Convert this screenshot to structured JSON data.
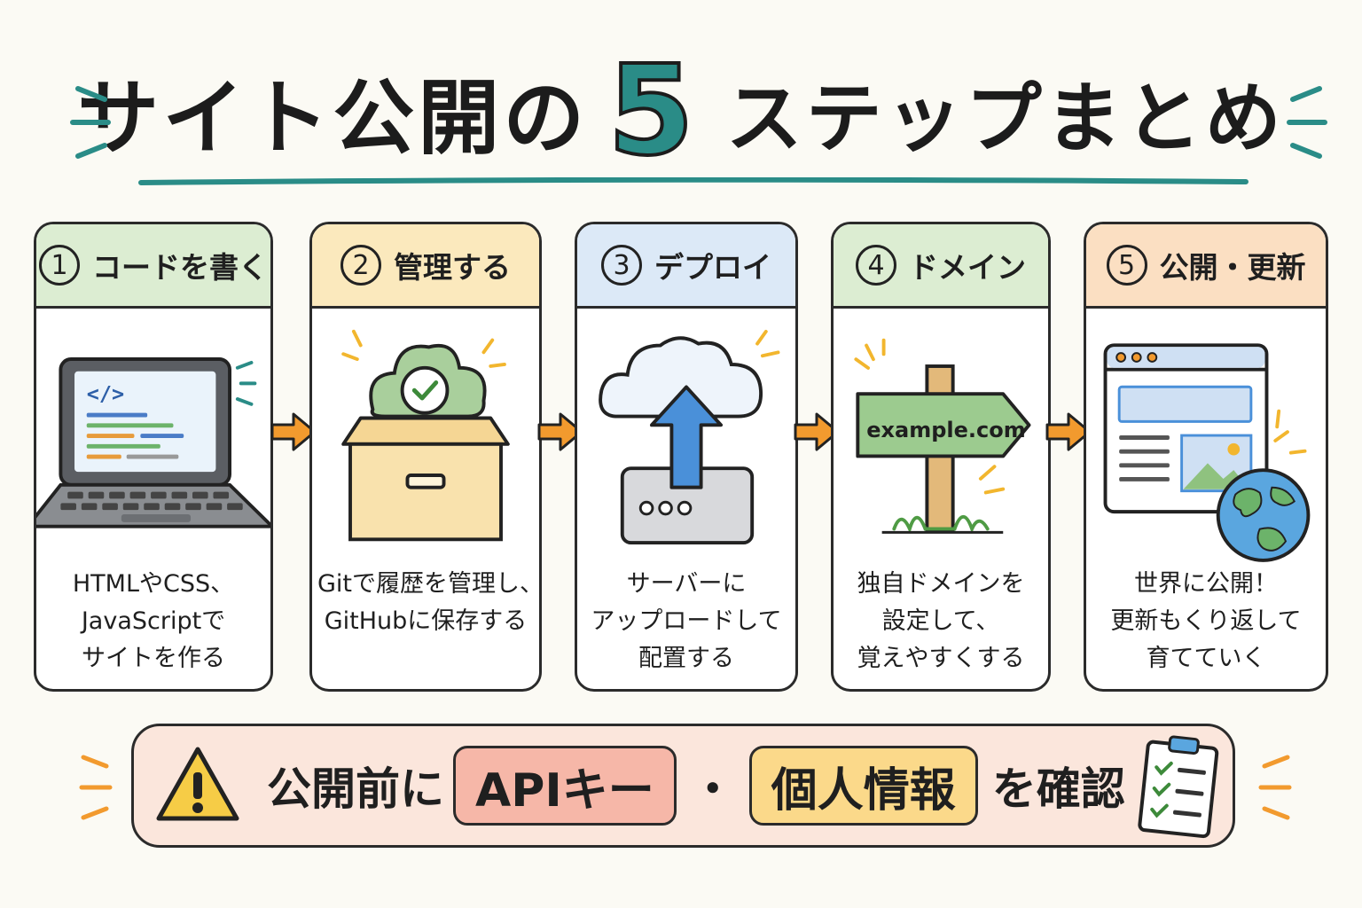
{
  "title": {
    "prefix": "サイト公開の",
    "number": "5",
    "suffix": "ステップまとめ"
  },
  "colors": {
    "teal": "#2a8c87",
    "orange": "#f29a2e",
    "head1": "#dcedd2",
    "head2": "#fbe9bd",
    "head3": "#dce9f7",
    "head4": "#dcedd2",
    "head5": "#fbdfc2"
  },
  "steps": [
    {
      "num": "1",
      "title": "コードを書く",
      "icon": "laptop-code-icon",
      "lines": [
        "HTMLやCSS、",
        "JavaScriptで",
        "サイトを作る"
      ]
    },
    {
      "num": "2",
      "title": "管理する",
      "icon": "box-cloud-check-icon",
      "lines": [
        "Gitで履歴を管理し、",
        "GitHubに保存する"
      ]
    },
    {
      "num": "3",
      "title": "デプロイ",
      "icon": "cloud-upload-server-icon",
      "lines": [
        "サーバーに",
        "アップロードして",
        "配置する"
      ]
    },
    {
      "num": "4",
      "title": "ドメイン",
      "icon": "signpost-icon",
      "sign": "example.com",
      "lines": [
        "独自ドメインを",
        "設定して、",
        "覚えやすくする"
      ]
    },
    {
      "num": "5",
      "title": "公開・更新",
      "icon": "browser-globe-icon",
      "lines": [
        "世界に公開！",
        "更新もくり返して",
        "育てていく"
      ]
    }
  ],
  "warning": {
    "prefix": "公開前に",
    "item1": "APIキー",
    "separator": "・",
    "item2": "個人情報",
    "suffix": "を確認"
  }
}
